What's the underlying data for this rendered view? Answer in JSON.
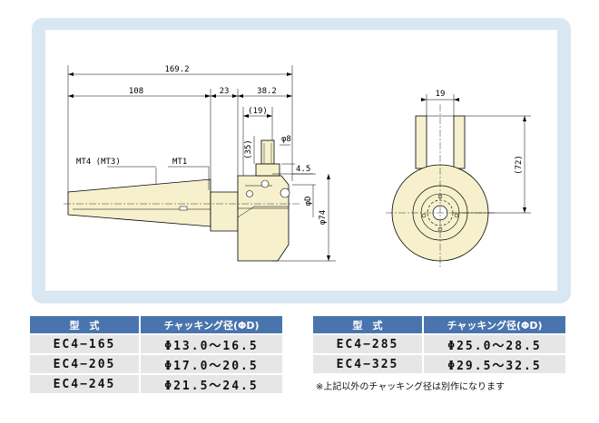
{
  "drawing": {
    "dims": {
      "total_length": "169.2",
      "taper_length": "108",
      "mid_length": "23",
      "head_length": "38.2",
      "bolt_offset": "(19)",
      "bolt_height": "(35)",
      "bolt_dia": "φ8",
      "flange_gap": "4.5",
      "bore_dia": "φD",
      "body_dia": "φ74",
      "taper_label": "MT4 (MT3)",
      "mt1_label": "MT1",
      "end_width": "19",
      "end_height": "(72)"
    }
  },
  "tables": {
    "left": {
      "headers": [
        "型　式",
        "チャッキング径(ΦD)"
      ],
      "rows": [
        [
          "EC4−165",
          "Φ13.0〜16.5"
        ],
        [
          "EC4−205",
          "Φ17.0〜20.5"
        ],
        [
          "EC4−245",
          "Φ21.5〜24.5"
        ]
      ]
    },
    "right": {
      "headers": [
        "型　式",
        "チャッキング径(ΦD)"
      ],
      "rows": [
        [
          "EC4−285",
          "Φ25.0〜28.5"
        ],
        [
          "EC4−325",
          "Φ29.5〜32.5"
        ]
      ]
    }
  },
  "note": "※上記以外のチャッキング径は別作になります",
  "colors": {
    "panel_bg": "#d9e7f2",
    "part_fill": "#f6f1cc",
    "header_bg": "#4a74ae",
    "cell_bg": "#e6e6e6"
  }
}
